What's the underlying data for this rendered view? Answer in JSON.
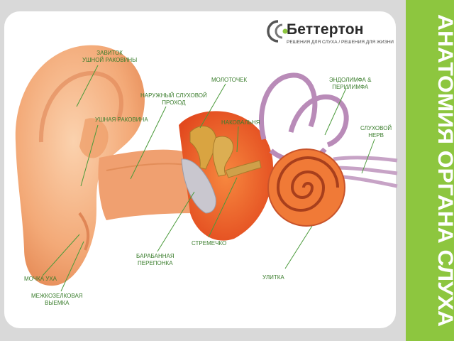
{
  "brand": {
    "name": "Беттертон",
    "slogan": "РЕШЕНИЯ ДЛЯ СЛУХА / РЕШЕНИЯ ДЛЯ ЖИЗНИ"
  },
  "side_title": "АНАТОМИЯ ОРГАНА СЛУХА",
  "labels": {
    "helix": [
      "ЗАВИТОК",
      "УШНОЙ РАКОВИНЫ"
    ],
    "pinna": [
      "УШНАЯ РАКОВИНА"
    ],
    "ear_canal": [
      "НАРУЖНЫЙ СЛУХОВОЙ",
      "ПРОХОД"
    ],
    "malleus": [
      "МОЛОТОЧЕК"
    ],
    "incus": [
      "НАКОВАЛЬНЯ"
    ],
    "endolymph": [
      "ЭНДОЛИМФА &",
      "ПЕРИЛИМФА"
    ],
    "nerve": [
      "СЛУХОВОЙ",
      "НЕРВ"
    ],
    "stapes": [
      "СТРЕМЕЧКО"
    ],
    "eardrum": [
      "БАРАБАННАЯ",
      "ПЕРЕПОНКА"
    ],
    "cochlea": [
      "УЛИТКА"
    ],
    "lobe": [
      "МОЧКА УХА"
    ],
    "notch": [
      "МЕЖКОЗЕЛКОВАЯ",
      "ВЫЕМКА"
    ]
  },
  "colors": {
    "accent_green": "#8dc63f",
    "label_green": "#3a7d2c",
    "skin": "#f6b183",
    "tissue": "#f26a2e",
    "bone": "#d9a441",
    "canal_purple": "#b98bb8"
  }
}
